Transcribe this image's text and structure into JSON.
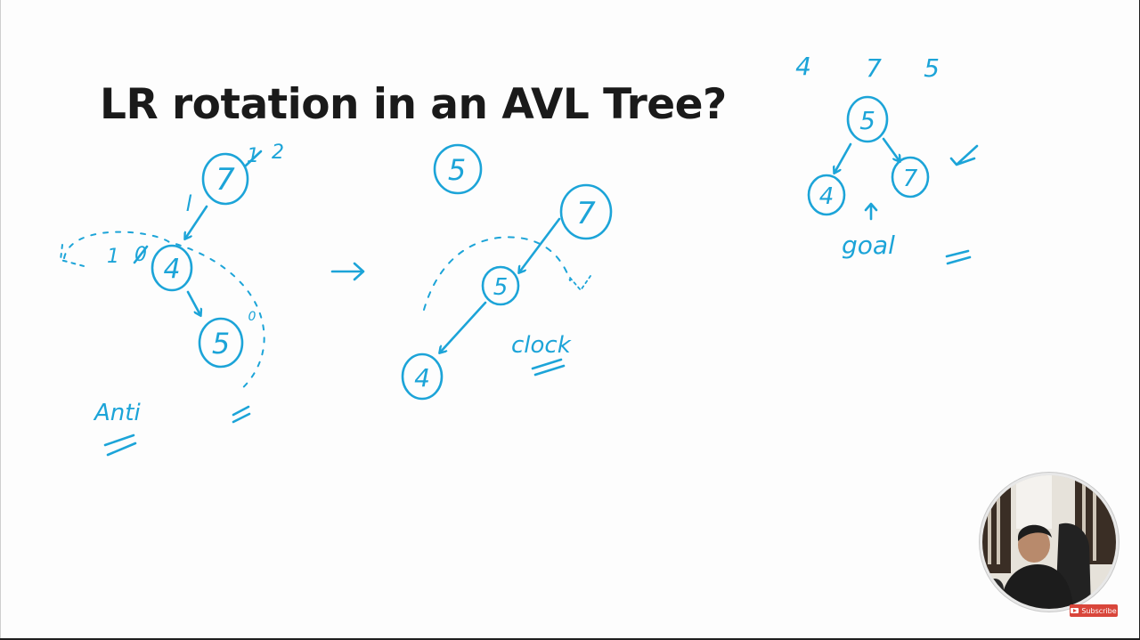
{
  "title": "LR rotation in an AVL Tree?",
  "colors": {
    "ink": "#1ca4d8",
    "title": "#1a1a1a",
    "background": "#fdfdfd"
  },
  "left_tree": {
    "root": "7",
    "root_balance_old": "1",
    "root_balance_new": "2",
    "edge_label": "l",
    "middle": "4",
    "middle_balance_new": "1",
    "middle_balance_old": "0",
    "leaf": "5",
    "leaf_balance": "0",
    "rotation_label": "Anti"
  },
  "floating_node": "5",
  "middle_tree": {
    "root": "7",
    "middle": "5",
    "leaf": "4",
    "rotation_label": "clock"
  },
  "goal": {
    "sequence": [
      "4",
      "7",
      "5"
    ],
    "root": "5",
    "left": "4",
    "right": "7",
    "label": "goal"
  },
  "webcam": {
    "subscribe_label": "Subscribe"
  }
}
